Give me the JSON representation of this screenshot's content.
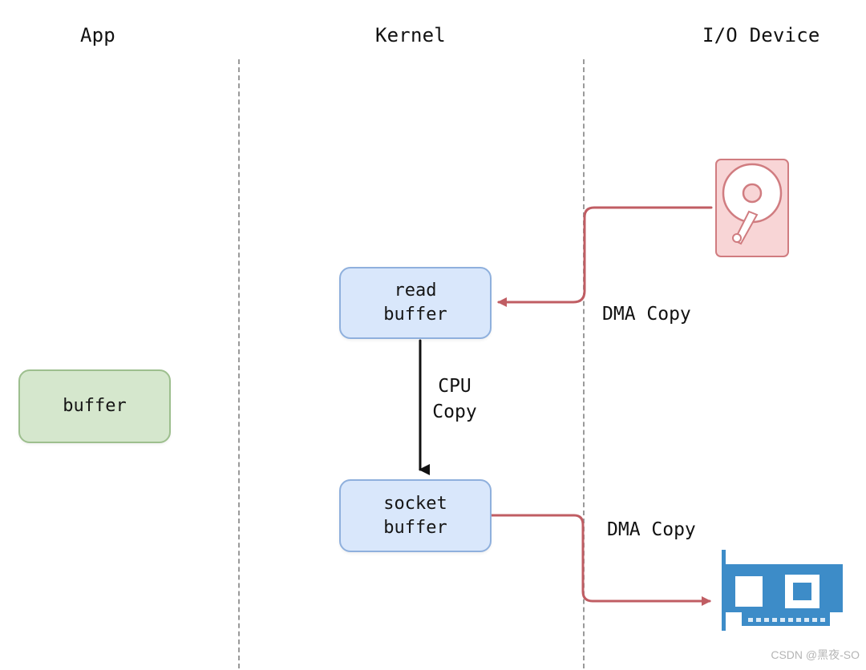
{
  "lanes": {
    "app": "App",
    "kernel": "Kernel",
    "io_device": "I/O Device"
  },
  "boxes": {
    "read_buffer": [
      "read",
      "buffer"
    ],
    "socket_buffer": [
      "socket",
      "buffer"
    ],
    "app_buffer": "buffer"
  },
  "labels": {
    "dma_copy_read": "DMA Copy",
    "dma_copy_send": "DMA Copy",
    "cpu_copy": [
      "CPU",
      "Copy"
    ]
  },
  "icons": {
    "disk": "hard-drive-icon",
    "nic": "network-card-icon"
  },
  "colors": {
    "dma_arrow": "#c05d63",
    "cpu_arrow": "#111111",
    "kernel_box_fill": "#d9e7fb",
    "kernel_box_border": "#8fb0dd",
    "app_box_fill": "#d5e7cd",
    "app_box_border": "#9dbf8e",
    "disk_fill": "#f8d5d6",
    "disk_stroke": "#d07c80",
    "nic_fill": "#3d8cc8"
  },
  "watermark": "CSDN @黑夜-SO"
}
